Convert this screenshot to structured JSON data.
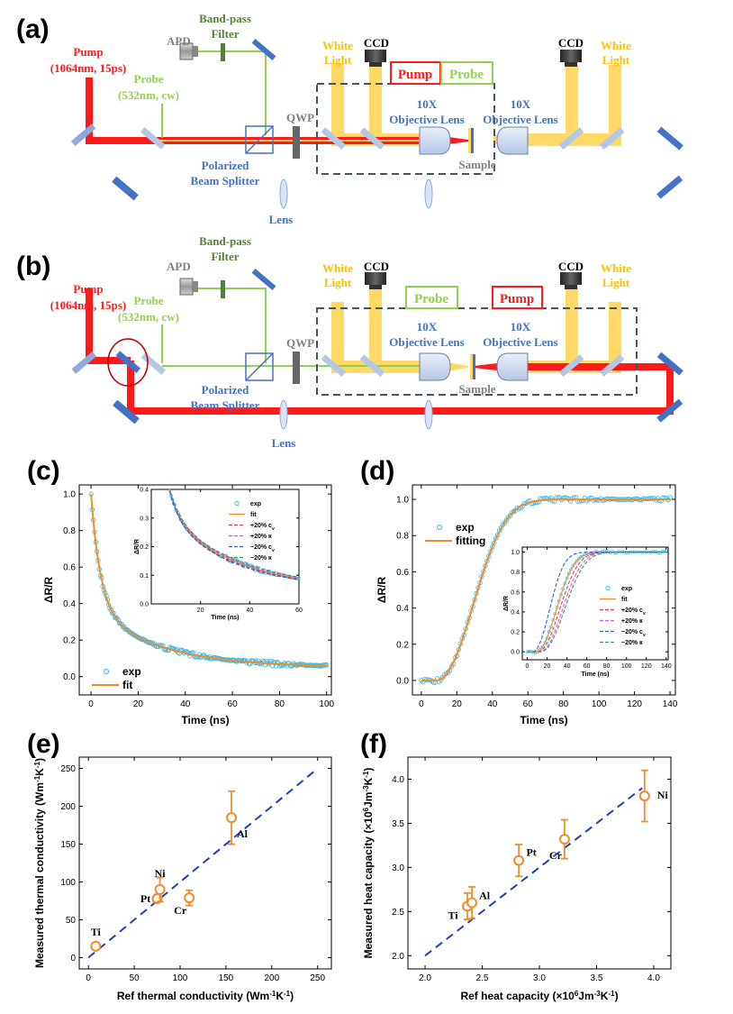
{
  "panel_labels": [
    "(a)",
    "(b)",
    "(c)",
    "(d)",
    "(e)",
    "(f)"
  ],
  "colors": {
    "pump": "#ff1a1a",
    "probe": "#92d050",
    "white_light": "#ffd966",
    "blue_text": "#4472c4",
    "green_text": "#548235",
    "grey_text": "#808080",
    "data": "#f28c28",
    "exp_marker": "#33b5e5",
    "dash": "#1f3fbf"
  },
  "setup_a": {
    "pump_label_1": "Pump",
    "pump_label_2": "(1064nm, 15ps)",
    "probe_label_1": "Probe",
    "probe_label_2": "(532nm, cw)",
    "apd": "APD",
    "bandpass_1": "Band-pass",
    "bandpass_2": "Filter",
    "qwp": "QWP",
    "pbs_1": "Polarized",
    "pbs_2": "Beam Splitter",
    "lens": "Lens",
    "white_light_1": "White",
    "white_light_2": "Light",
    "ccd": "CCD",
    "objective_1": "10X",
    "objective_2": "Objective Lens",
    "sample": "Sample",
    "box_pump": "Pump",
    "box_probe": "Probe"
  },
  "chart_data": [
    {
      "id": "c",
      "type": "line",
      "xlabel": "Time (ns)",
      "ylabel": "ΔR/R",
      "xlim": [
        -5,
        102
      ],
      "ylim": [
        -0.1,
        1.05
      ],
      "xticks": [
        0,
        20,
        40,
        60,
        80,
        100
      ],
      "yticks": [
        0.0,
        0.2,
        0.4,
        0.6,
        0.8,
        1.0
      ],
      "legend": [
        "exp",
        "fit"
      ],
      "model": {
        "a1": 0.62,
        "t1": 4.0,
        "a2": 0.33,
        "t2": 28.0,
        "c": 0.05
      },
      "inset": {
        "xlabel": "Time (ns)",
        "ylabel": "ΔR/R",
        "xlim": [
          0,
          60
        ],
        "ylim": [
          0,
          0.4
        ],
        "xticks": [
          20,
          40,
          60
        ],
        "yticks": [
          0.0,
          0.1,
          0.2,
          0.3,
          0.4
        ],
        "legend": [
          "exp",
          "fit",
          "+20% c",
          "+20% κ",
          "−20% c",
          "−20% κ"
        ],
        "legend_sub": [
          "",
          "",
          "v",
          "",
          "v",
          ""
        ]
      }
    },
    {
      "id": "d",
      "type": "line",
      "xlabel": "Time (ns)",
      "ylabel": "ΔR/R",
      "xlim": [
        -5,
        143
      ],
      "ylim": [
        -0.08,
        1.08
      ],
      "xticks": [
        0,
        20,
        40,
        60,
        80,
        100,
        120,
        140
      ],
      "yticks": [
        0.0,
        0.2,
        0.4,
        0.6,
        0.8,
        1.0
      ],
      "legend": [
        "exp",
        "fitting"
      ],
      "model": {
        "t0": 8,
        "tau": 28,
        "n": 2.2
      },
      "inset": {
        "xlabel": "Time (ns)",
        "ylabel": "ΔR/R",
        "xlim": [
          -5,
          142
        ],
        "ylim": [
          -0.08,
          1.05
        ],
        "xticks": [
          0,
          20,
          40,
          60,
          80,
          100,
          120,
          140
        ],
        "yticks": [
          0.0,
          0.2,
          0.4,
          0.6,
          0.8,
          1.0
        ],
        "legend": [
          "exp",
          "fit",
          "+20% c",
          "+20% κ",
          "−20% c",
          "−20% κ"
        ],
        "legend_sub": [
          "",
          "",
          "v",
          "",
          "v",
          ""
        ]
      }
    },
    {
      "id": "e",
      "type": "scatter",
      "xlabel": "Ref thermal conductivity (Wm",
      "xlabel_sup1": "-1",
      "xlabel_mid": "K",
      "xlabel_sup2": "-1",
      "xlabel_end": ")",
      "ylabel": "Measured thermal conductivity (Wm",
      "ylabel_sup1": "-1",
      "ylabel_mid": "K",
      "ylabel_sup2": "-1",
      "ylabel_end": ")",
      "xlim": [
        -10,
        265
      ],
      "ylim": [
        -15,
        265
      ],
      "xticks": [
        0,
        50,
        100,
        150,
        200,
        250
      ],
      "yticks": [
        0,
        50,
        100,
        150,
        200,
        250
      ],
      "points": [
        {
          "name": "Ti",
          "x": 8,
          "y": 15,
          "err": 4
        },
        {
          "name": "Pt",
          "x": 75,
          "y": 78,
          "err": 5
        },
        {
          "name": "Ni",
          "x": 78,
          "y": 90,
          "err": 16
        },
        {
          "name": "Cr",
          "x": 110,
          "y": 79,
          "err": 10
        },
        {
          "name": "Al",
          "x": 156,
          "y": 185,
          "err": 35
        }
      ],
      "reference_line": [
        [
          0,
          0
        ],
        [
          250,
          250
        ]
      ]
    },
    {
      "id": "f",
      "type": "scatter",
      "xlabel": "Ref heat capacity (×10",
      "xlabel_sup1": "6",
      "xlabel_mid": "Jm",
      "xlabel_sup2": "-3",
      "xlabel_end": "K",
      "xlabel_sup3": "-1",
      "xlabel_tail": ")",
      "ylabel": "Measured heat capacity (×10",
      "ylabel_sup1": "6",
      "ylabel_mid": "Jm",
      "ylabel_sup2": "-3",
      "ylabel_end": "K",
      "ylabel_sup3": "-1",
      "ylabel_tail": ")",
      "xlim": [
        1.85,
        4.15
      ],
      "ylim": [
        1.85,
        4.25
      ],
      "xticks": [
        2.0,
        2.5,
        3.0,
        3.5,
        4.0
      ],
      "yticks": [
        2.0,
        2.5,
        3.0,
        3.5,
        4.0
      ],
      "points": [
        {
          "name": "Ti",
          "x": 2.37,
          "y": 2.56,
          "err": 0.15
        },
        {
          "name": "Al",
          "x": 2.41,
          "y": 2.6,
          "err": 0.18
        },
        {
          "name": "Pt",
          "x": 2.82,
          "y": 3.08,
          "err": 0.18
        },
        {
          "name": "Cr",
          "x": 3.22,
          "y": 3.32,
          "err": 0.22
        },
        {
          "name": "Ni",
          "x": 3.92,
          "y": 3.81,
          "err": 0.29
        }
      ],
      "reference_line": [
        [
          2.0,
          2.0
        ],
        [
          3.9,
          3.9
        ]
      ]
    }
  ]
}
